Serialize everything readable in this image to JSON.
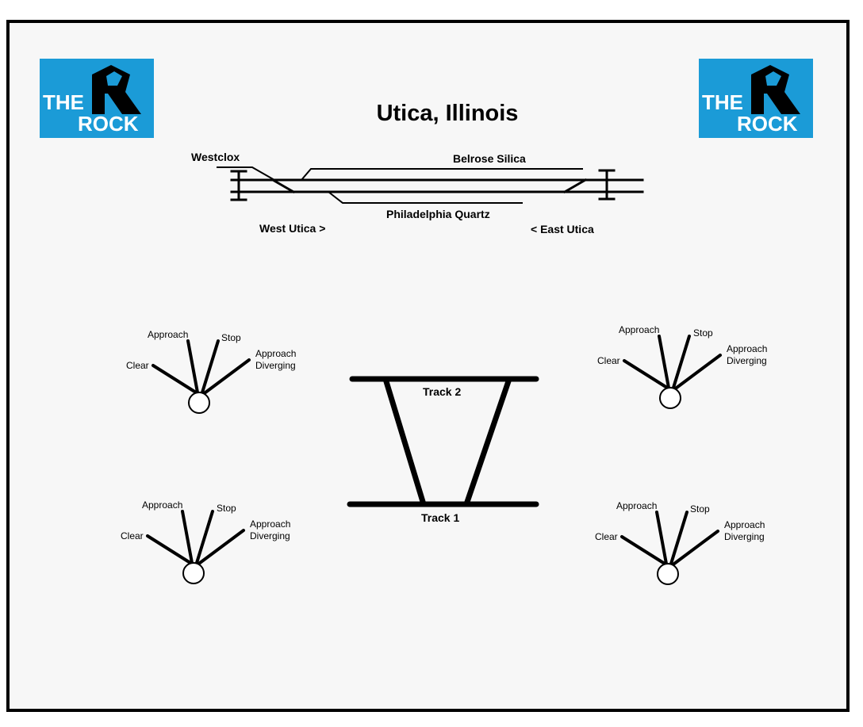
{
  "title": "Utica, Illinois",
  "logo": {
    "line1": "THE",
    "line2": "ROCK",
    "letter": "R",
    "bg_color": "#1b9bd7",
    "text_color": "#ffffff"
  },
  "track_map": {
    "westclox": "Westclox",
    "belrose": "Belrose Silica",
    "philadelphia": "Philadelphia Quartz",
    "west_utica": "West Utica >",
    "east_utica": "< East Utica"
  },
  "crossover": {
    "track2": "Track 2",
    "track1": "Track 1"
  },
  "signal": {
    "clear": "Clear",
    "approach": "Approach",
    "stop": "Stop",
    "approach_diverging_1": "Approach",
    "approach_diverging_2": "Diverging"
  }
}
